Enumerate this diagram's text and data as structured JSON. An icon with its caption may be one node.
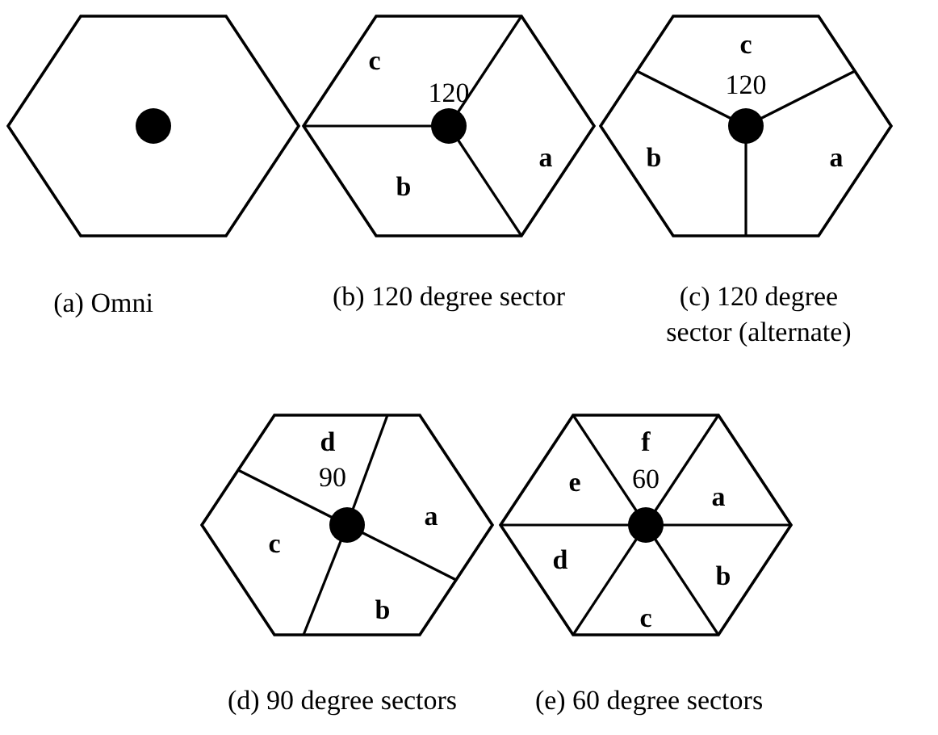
{
  "diagram": {
    "labels": [
      "(a) Omni",
      "c",
      "120",
      "a",
      "b",
      "(b) 120 degree sector",
      "c",
      "120",
      "b",
      "a",
      "(c) 120 degree sector (alternate)",
      "d",
      "90",
      "a",
      "c",
      "b",
      "(d) 90 degree sectors",
      "f",
      "60",
      "e",
      "a",
      "d",
      "b",
      "c",
      "(e) 60 degree sectors"
    ]
  }
}
